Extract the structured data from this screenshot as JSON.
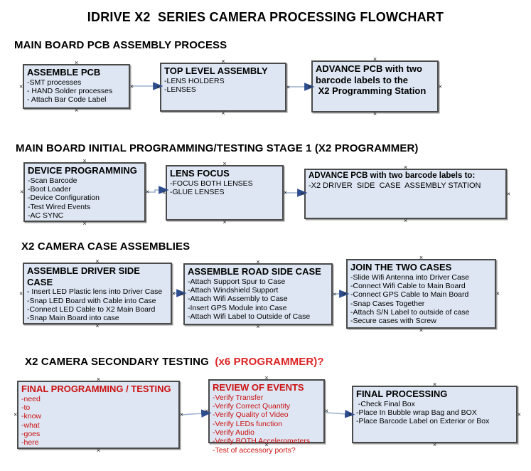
{
  "title": "IDRIVE X2  SERIES CAMERA PROCESSING FLOWCHART",
  "colors": {
    "box_fill": "#dde6f2",
    "box_border": "#4a4a4a",
    "connector_line": "#9bb0cd",
    "connector_arrowhead": "#2e4d8e",
    "red_text": "#cc1111",
    "header_red": "#dd2222"
  },
  "icons": {
    "connection_handle": "x-mark",
    "connector": "right-arrow"
  },
  "sections": [
    {
      "header": "MAIN BOARD PCB ASSEMBLY PROCESS",
      "boxes": [
        {
          "title": "ASSEMBLE PCB",
          "items": [
            "-SMT processes",
            "- HAND Solder processes",
            "- Attach Bar Code Label"
          ]
        },
        {
          "title": "TOP LEVEL ASSEMBLY",
          "items": [
            "-LENS HOLDERS",
            "-LENSES"
          ]
        },
        {
          "title": "ADVANCE PCB with two\nbarcode labels to the\n X2 Programming Station",
          "items": []
        }
      ]
    },
    {
      "header": "MAIN BOARD INITIAL PROGRAMMING/TESTING STAGE 1 (X2 PROGRAMMER)",
      "boxes": [
        {
          "title": "DEVICE PROGRAMMING",
          "items": [
            "-Scan Barcode",
            "-Boot Loader",
            "-Device Configuration",
            "-Test Wired Events",
            "-AC SYNC"
          ]
        },
        {
          "title": "LENS FOCUS",
          "items": [
            "-FOCUS BOTH LENSES",
            "-GLUE LENSES"
          ]
        },
        {
          "title": "ADVANCE PCB with two barcode labels to:",
          "items": [
            "-X2 DRIVER  SIDE  CASE  ASSEMBLY STATION"
          ]
        }
      ]
    },
    {
      "header": "X2 CAMERA CASE ASSEMBLIES",
      "boxes": [
        {
          "title": "ASSEMBLE DRIVER SIDE CASE",
          "items": [
            "- Insert LED Plastic lens into Driver Case",
            "-Snap LED Board with Cable into Case",
            "-Connect LED Cable to X2 Main Board",
            "-Snap Main Board into case"
          ]
        },
        {
          "title": "ASSEMBLE ROAD SIDE CASE",
          "items": [
            "-Attach Support Spur to Case",
            "-Attach Windshield Support",
            "-Attach Wifi Assembly to Case",
            "-Insert GPS Module into Case",
            "-Attach Wifi Label to Outside of Case"
          ]
        },
        {
          "title": "JOIN THE TWO CASES",
          "items": [
            "-Slide Wifi Antenna into Driver Case",
            "-Connect Wifi Cable to Main Board",
            "-Connect GPS Cable to Main Board",
            "-Snap Cases Together",
            "-Attach S/N Label to outside of case",
            "-Secure cases with Screw"
          ]
        }
      ]
    },
    {
      "header": "X2 CAMERA SECONDARY TESTING  ",
      "header_suffix": "(x6 PROGRAMMER)?",
      "boxes": [
        {
          "title": "FINAL PROGRAMMING / TESTING",
          "items": [
            "-need",
            "-to",
            "-know",
            "-what",
            "-goes",
            "-here"
          ]
        },
        {
          "title": "REVIEW OF EVENTS",
          "items": [
            "-Verify Transfer",
            "-Verify Correct Quantity",
            "-Verify Quality of Video",
            "-Verify LEDs function",
            "-Verify Audio",
            "-Verify BOTH Accelerometers",
            "-Test of accessory ports?"
          ]
        },
        {
          "title": "FINAL PROCESSING",
          "items": [
            " -Check Final Box",
            "-Place In Bubble wrap Bag and BOX",
            "-Place Barcode Label on Exterior or Box"
          ]
        }
      ]
    }
  ]
}
